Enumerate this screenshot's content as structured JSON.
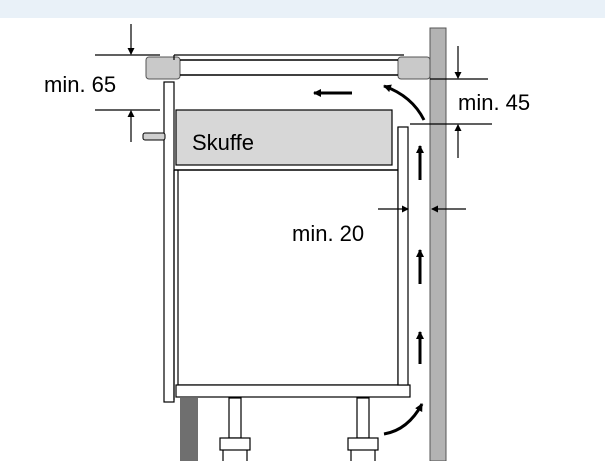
{
  "labels": {
    "drawer": "Skuffe",
    "min_top": "min. 65",
    "min_right": "min. 45",
    "min_gap": "min. 20"
  },
  "colors": {
    "band": "#e9f1f8",
    "wall": "#b3b3b3",
    "drawer_front": "#d7d7d7",
    "hob_front": "#c9c9c9",
    "plinth": "#6f6f6f",
    "line": "#000000"
  }
}
